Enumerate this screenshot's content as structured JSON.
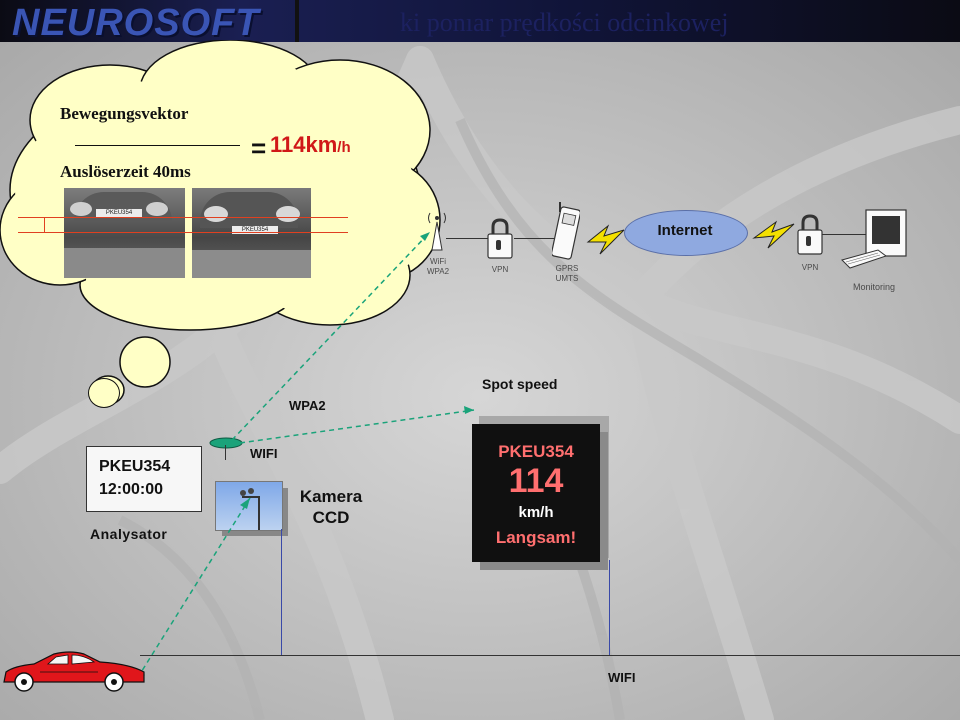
{
  "header": {
    "logo": "NEUROSOFT",
    "title": "ki ponıar prędkości odcinkowej"
  },
  "cloud": {
    "label_top": "Bewegungsvektor",
    "label_bottom": "Auslöserzeit 40ms",
    "equals": "=",
    "speed_main": "114km",
    "speed_unit": "/h",
    "plate_1": "PKEU354",
    "plate_2": "PKEU354"
  },
  "network": {
    "wifi_top": "WiFi",
    "wifi_bottom": "WPA2",
    "vpn_1": "VPN",
    "gprs_top": "GPRS",
    "gprs_bottom": "UMTS",
    "internet": "Internet",
    "vpn_2": "VPN",
    "monitoring": "Monitoring"
  },
  "analyzer": {
    "plate": "PKEU354",
    "time": "12:00:00",
    "label": "Analysator"
  },
  "labels": {
    "wpa2": "WPA2",
    "wifi_mid": "WIFI",
    "camera_line1": "Kamera",
    "camera_line2": "CCD",
    "spot_speed": "Spot speed",
    "wifi_bottom": "WIFI"
  },
  "sign": {
    "plate": "PKEU354",
    "speed": "114",
    "unit": "km/h",
    "message": "Langsam!"
  },
  "colors": {
    "header_bg": "#1a1f52",
    "logo": "#3a55b5",
    "speed_red": "#d01818",
    "cloud_fill": "#ffffc6",
    "dashed_link": "#1aa37a",
    "internet_ellipse": "#8fa9e0",
    "antenna": "#1aa37a",
    "car_red": "#e0161b"
  }
}
